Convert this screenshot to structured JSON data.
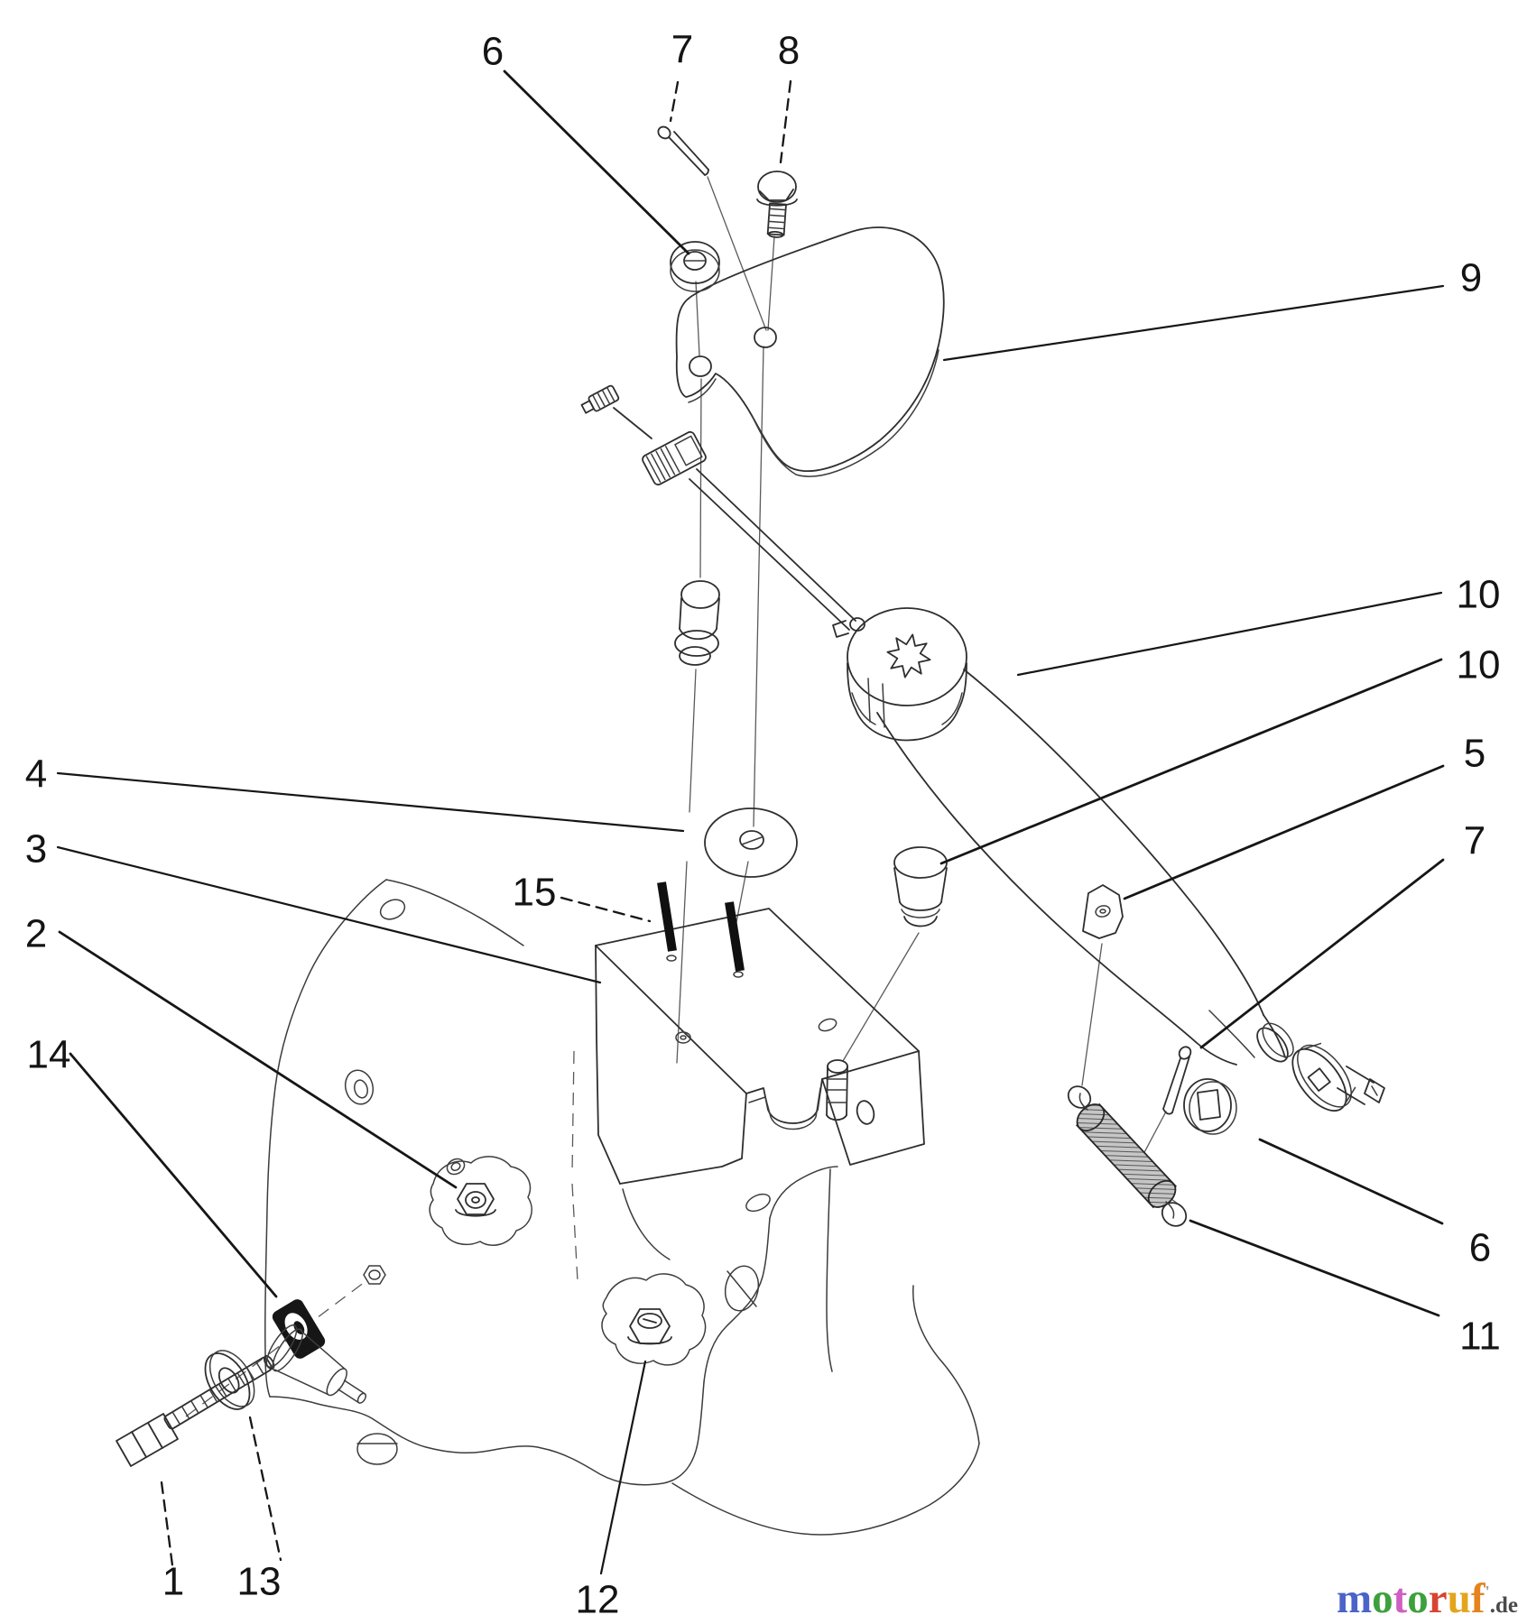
{
  "figure": {
    "kind": "exploded parts diagram",
    "background": "#ffffff",
    "line_color": "#2e2e2e"
  },
  "callouts": [
    {
      "label": "6"
    },
    {
      "label": "7"
    },
    {
      "label": "8"
    },
    {
      "label": "9"
    },
    {
      "label": "10"
    },
    {
      "label": "10"
    },
    {
      "label": "5"
    },
    {
      "label": "7"
    },
    {
      "label": "4"
    },
    {
      "label": "3"
    },
    {
      "label": "2"
    },
    {
      "label": "14"
    },
    {
      "label": "15"
    },
    {
      "label": "6"
    },
    {
      "label": "11"
    },
    {
      "label": "1"
    },
    {
      "label": "13"
    },
    {
      "label": "12"
    }
  ],
  "watermark": {
    "brand": "motoruf",
    "letters": [
      {
        "ch": "m",
        "color": "#4b64c8"
      },
      {
        "ch": "o",
        "color": "#3da03d"
      },
      {
        "ch": "t",
        "color": "#cf5fc2"
      },
      {
        "ch": "o",
        "color": "#3da03d"
      },
      {
        "ch": "r",
        "color": "#d84432"
      },
      {
        "ch": "u",
        "color": "#e3a51c"
      },
      {
        "ch": "f",
        "color": "#e5831e"
      }
    ],
    "registered_tick": "'",
    "tick_color": "#9a9a9a",
    "suffix": ".de",
    "suffix_color": "#4a4a4a"
  }
}
